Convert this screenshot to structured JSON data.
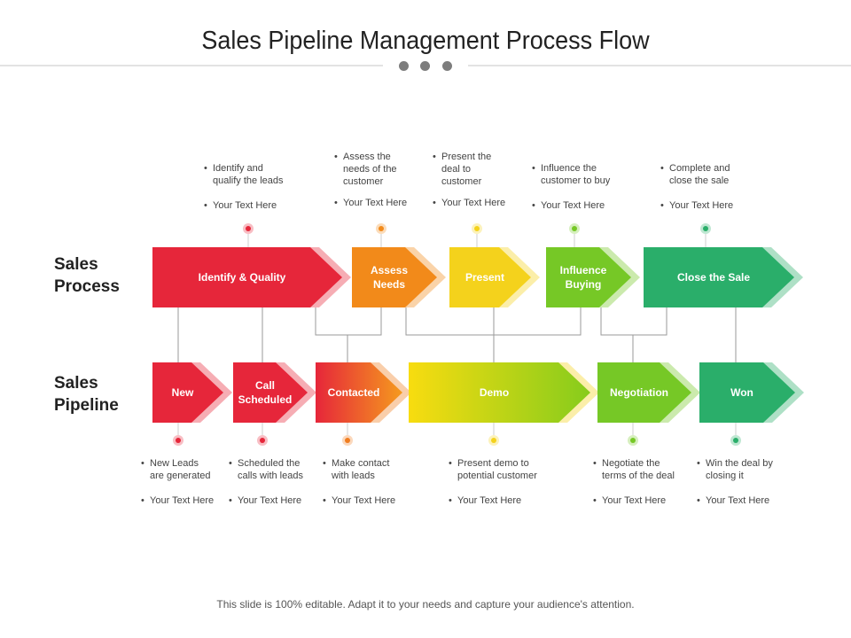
{
  "title": "Sales Pipeline Management Process Flow",
  "footer": "This slide is 100% editable. Adapt it to your needs and capture your audience's attention.",
  "rows": {
    "process": [
      "Sales",
      "Process"
    ],
    "pipeline": [
      "Sales",
      "Pipeline"
    ]
  },
  "process_steps": [
    {
      "label": [
        "Identify & Quality"
      ],
      "color": "#e6263a",
      "note": [
        "Identify and",
        "qualify the leads"
      ],
      "sub": "Your Text Here"
    },
    {
      "label": [
        "Assess",
        "Needs"
      ],
      "color": "#f28a1a",
      "note": [
        "Assess the",
        "needs of the",
        "customer"
      ],
      "sub": "Your Text Here"
    },
    {
      "label": [
        "Present"
      ],
      "color": "#f4d21c",
      "note": [
        "Present the",
        "deal to",
        "customer"
      ],
      "sub": "Your Text Here"
    },
    {
      "label": [
        "Influence",
        "Buying"
      ],
      "color": "#76c826",
      "note": [
        "Influence the",
        "customer to buy"
      ],
      "sub": "Your Text Here"
    },
    {
      "label": [
        "Close the Sale"
      ],
      "color": "#2aae6a",
      "note": [
        "Complete and",
        "close the sale"
      ],
      "sub": "Your Text Here"
    }
  ],
  "pipeline_steps": [
    {
      "label": [
        "New"
      ],
      "color": "#e6263a",
      "note": [
        "New Leads",
        "are generated"
      ],
      "sub": "Your Text Here"
    },
    {
      "label": [
        "Call",
        "Scheduled"
      ],
      "color": "#e6263a",
      "note": [
        "Scheduled the",
        "calls with leads"
      ],
      "sub": "Your Text Here"
    },
    {
      "label": [
        "Contacted"
      ],
      "color": "#f07d20",
      "note": [
        "Make contact",
        "with leads"
      ],
      "sub": "Your Text Here"
    },
    {
      "label": [
        "Demo"
      ],
      "color": "#f4d21c",
      "note": [
        "Present demo to",
        "potential customer"
      ],
      "sub": "Your Text Here"
    },
    {
      "label": [
        "Negotiation"
      ],
      "color": "#76c826",
      "note": [
        "Negotiate the",
        "terms of the deal"
      ],
      "sub": "Your Text Here"
    },
    {
      "label": [
        "Won"
      ],
      "color": "#2aae6a",
      "note": [
        "Win the deal by",
        "closing it"
      ],
      "sub": "Your Text Here"
    }
  ]
}
